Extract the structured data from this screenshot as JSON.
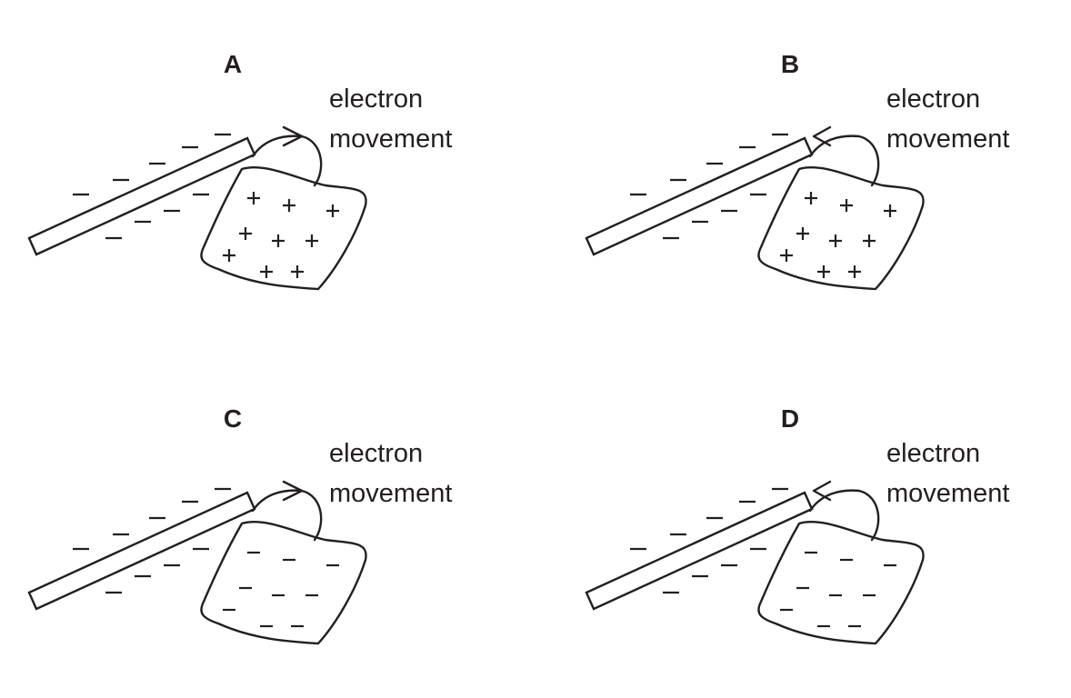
{
  "panels": [
    {
      "letter": "A",
      "caption_line1": "electron",
      "caption_line2": "movement",
      "arrow_direction": "toward-caption",
      "cloth_charge": "positive"
    },
    {
      "letter": "B",
      "caption_line1": "electron",
      "caption_line2": "movement",
      "arrow_direction": "toward-rod",
      "cloth_charge": "positive"
    },
    {
      "letter": "C",
      "caption_line1": "electron",
      "caption_line2": "movement",
      "arrow_direction": "toward-caption",
      "cloth_charge": "negative"
    },
    {
      "letter": "D",
      "caption_line1": "electron",
      "caption_line2": "movement",
      "arrow_direction": "toward-rod",
      "cloth_charge": "negative"
    }
  ],
  "rod_charge": "negative"
}
